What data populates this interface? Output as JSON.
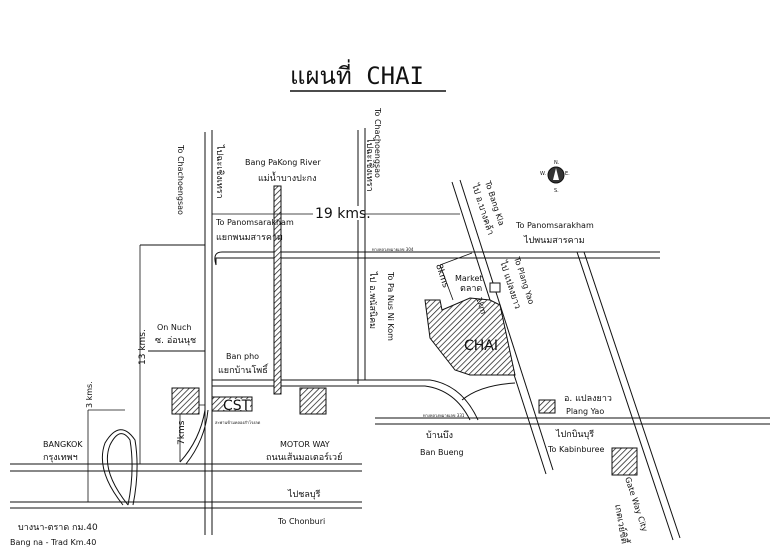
{
  "title": "แผนที่ CHAI",
  "labels": {
    "to_chachoengsao_left_en": "To Chachoengsao",
    "to_chachoengsao_left_th": "ไปฉะเชิงเทรา",
    "to_chachoengsao_right_en": "To Chachoengsao",
    "to_chachoengsao_right_th": "ไปฉะเชิงเทรา",
    "river_en": "Bang PaKong River",
    "river_th": "แม่น้ำบางปะกง",
    "distance_19": "19 kms.",
    "to_panomsarakham_left_en": "To Panomsarakham",
    "to_panomsarakham_left_th": "แยกพนมสารคาม",
    "to_bang_kla_en": "To Bang Kla",
    "to_bang_kla_th": "ไป อ.บางคล้า",
    "to_panomsarakham_right_en": "To Panomsarakham",
    "to_panomsarakham_right_th": "ไปพนมสารคาม",
    "highway_304": "ทางหลวงหมายเลข 304",
    "to_pa_nus_en": "To Pa Nus Ni Kom",
    "to_pa_nus_th": "ไป อ.พนัสนิคม",
    "to_plang_yao_en": "To Plang Yao",
    "to_plang_yao_th": "ไป แปลงยาว",
    "market_en": "Market",
    "market_th": "ตลาด",
    "distance_8": "8kms",
    "distance_1": "1km",
    "chai": "CHAI",
    "on_nuch_en": "On Nuch",
    "on_nuch_th": "ซ. อ่อนนุช",
    "distance_13": "13 kms.",
    "ban_pho_en": "Ban pho",
    "ban_pho_th": "แยกบ้านโพธิ์",
    "cst": "CST",
    "bridge": "สะพานข้ามคลองสำโรงลด",
    "distance_7": "7kms",
    "distance_3": "3 kms.",
    "bangkok_en": "BANGKOK",
    "bangkok_th": "กรุงเทพฯ",
    "motorway_en": "MOTOR WAY",
    "motorway_th": "ถนนเส้นมอเตอร์เวย์",
    "to_chonburi_th": "ไปชลบุรี",
    "to_chonburi_en": "To Chonburi",
    "bangna_th": "บางนา-ตราด กม.40",
    "bangna_en": "Bang na - Trad Km.40",
    "highway_331": "ทางหลวงหมายเลข 331",
    "ban_bueng_th": "บ้านบึง",
    "ban_bueng_en": "Ban Bueng",
    "plang_yao_th": "อ. แปลงยาว",
    "plang_yao_en": "Plang Yao",
    "to_kabinburee_th": "ไปกบินบุรี",
    "to_kabinburee_en": "To Kabinburee",
    "gateway_en": "Gate Way City",
    "gateway_th": "เกตเวย์ซิตี้"
  },
  "compass": {
    "n": "N.",
    "s": "S.",
    "e": "E.",
    "w": "W."
  }
}
